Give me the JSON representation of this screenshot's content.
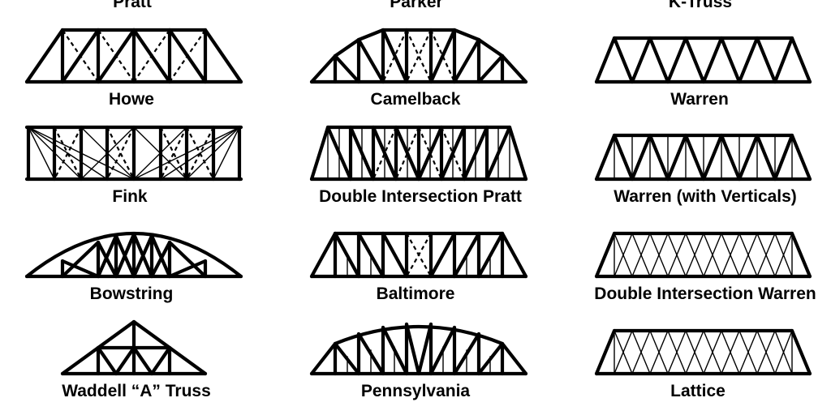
{
  "trusses": [
    {
      "id": "pratt",
      "label": "Pratt"
    },
    {
      "id": "parker",
      "label": "Parker"
    },
    {
      "id": "k-truss",
      "label": "K-Truss"
    },
    {
      "id": "howe",
      "label": "Howe"
    },
    {
      "id": "camelback",
      "label": "Camelback"
    },
    {
      "id": "warren",
      "label": "Warren"
    },
    {
      "id": "fink",
      "label": "Fink"
    },
    {
      "id": "double-intersection-pratt",
      "label": "Double Intersection Pratt"
    },
    {
      "id": "warren-with-verticals",
      "label": "Warren (with Verticals)"
    },
    {
      "id": "bowstring",
      "label": "Bowstring"
    },
    {
      "id": "baltimore",
      "label": "Baltimore"
    },
    {
      "id": "double-intersection-warren",
      "label": "Double Intersection Warren"
    },
    {
      "id": "waddell-a-truss",
      "label": "Waddell “A” Truss"
    },
    {
      "id": "pennsylvania",
      "label": "Pennsylvania"
    },
    {
      "id": "lattice",
      "label": "Lattice"
    }
  ]
}
